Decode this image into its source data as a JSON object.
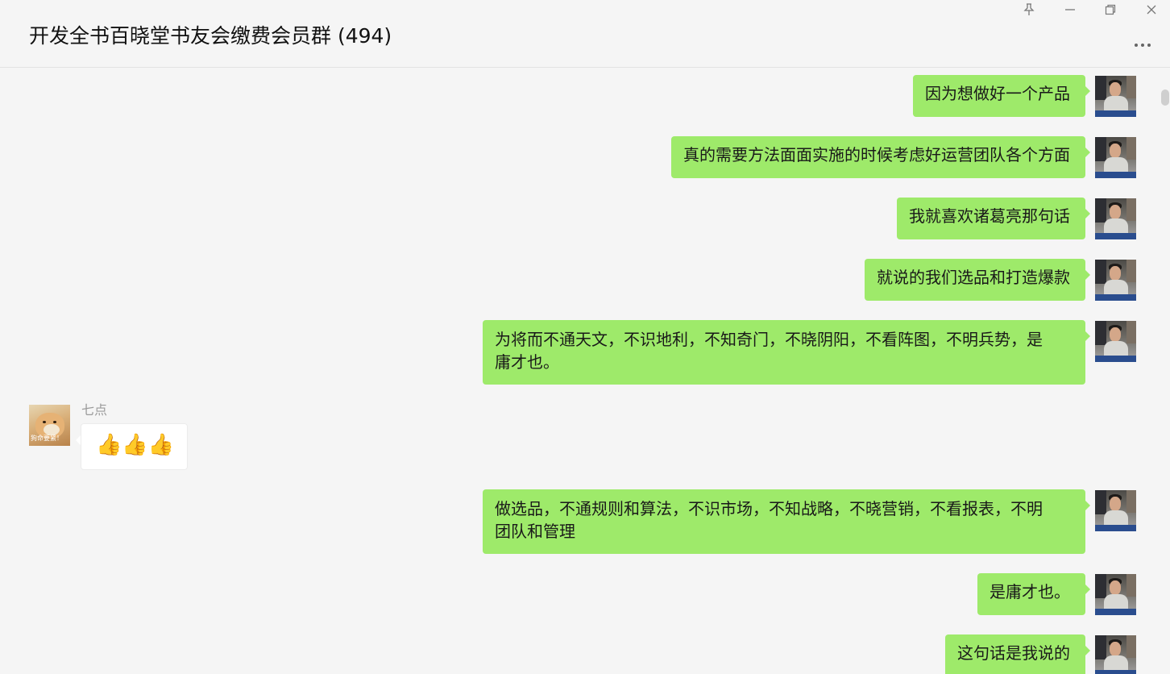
{
  "window": {
    "title": "开发全书百晓堂书友会缴费会员群 (494)",
    "controls": [
      "pin-icon",
      "minimize-icon",
      "restore-icon",
      "close-icon"
    ],
    "more_icon": "more-icon"
  },
  "colors": {
    "background": "#f5f5f5",
    "outgoing_bubble": "#9eea6a",
    "incoming_bubble": "#ffffff"
  },
  "messages": [
    {
      "dir": "out",
      "text": "因为想做好一个产品"
    },
    {
      "dir": "out",
      "text": "真的需要方法面面实施的时候考虑好运营团队各个方面"
    },
    {
      "dir": "out",
      "text": "我就喜欢诸葛亮那句话"
    },
    {
      "dir": "out",
      "text": "就说的我们选品和打造爆款"
    },
    {
      "dir": "out",
      "line1": "为将而不通天文，不识地利，不知奇门，不晓阴阳，不看阵图，不明兵势，是",
      "line2": "庸才也。"
    },
    {
      "dir": "in",
      "sender": "七点",
      "text": "👍👍👍",
      "avatar_caption": "狗命要紧！"
    },
    {
      "dir": "out",
      "line1": "做选品，不通规则和算法，不识市场，不知战略，不晓营销，不看报表，不明",
      "line2": "团队和管理"
    },
    {
      "dir": "out",
      "text": "是庸才也。"
    },
    {
      "dir": "out",
      "text": "这句话是我说的"
    }
  ]
}
